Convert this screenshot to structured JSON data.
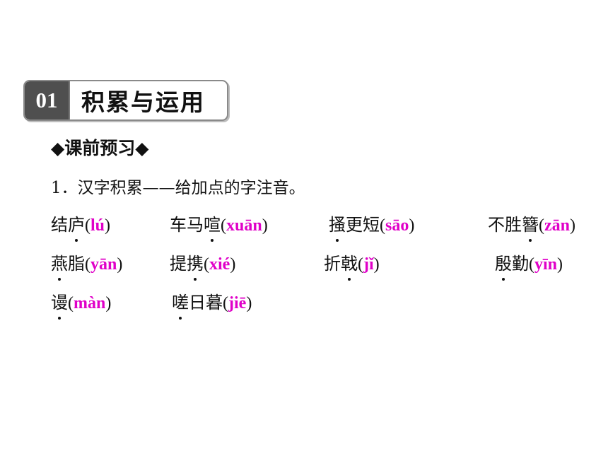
{
  "section": {
    "number": "01",
    "title": "积累与运用"
  },
  "subsection": "◆课前预习◆",
  "instruction": "1．汉字积累——给加点的字注音。",
  "colors": {
    "pinyin": "#e000c8",
    "badge_dark": "#4f4f4f"
  },
  "items": [
    {
      "pre": "结",
      "dot": "庐",
      "post": "",
      "pinyin": "lú"
    },
    {
      "pre": "车马",
      "dot": "喧",
      "post": "",
      "pinyin": "xuān"
    },
    {
      "pre": "",
      "dot": "搔",
      "post": "更短",
      "pinyin": "sāo"
    },
    {
      "pre": "不胜",
      "dot": "簪",
      "post": "",
      "pinyin": "zān"
    },
    {
      "pre": "",
      "dot": "燕",
      "post": "脂",
      "pinyin": "yān"
    },
    {
      "pre": "提",
      "dot": "携",
      "post": "",
      "pinyin": "xié"
    },
    {
      "pre": "折",
      "dot": "戟",
      "post": "",
      "pinyin": "jǐ"
    },
    {
      "pre": "",
      "dot": "殷",
      "post": "勤",
      "pinyin": "yīn"
    },
    {
      "pre": "",
      "dot": "谩",
      "post": "",
      "pinyin": "màn"
    },
    {
      "pre": "",
      "dot": "嗟",
      "post": "日暮",
      "pinyin": "jiē"
    }
  ]
}
